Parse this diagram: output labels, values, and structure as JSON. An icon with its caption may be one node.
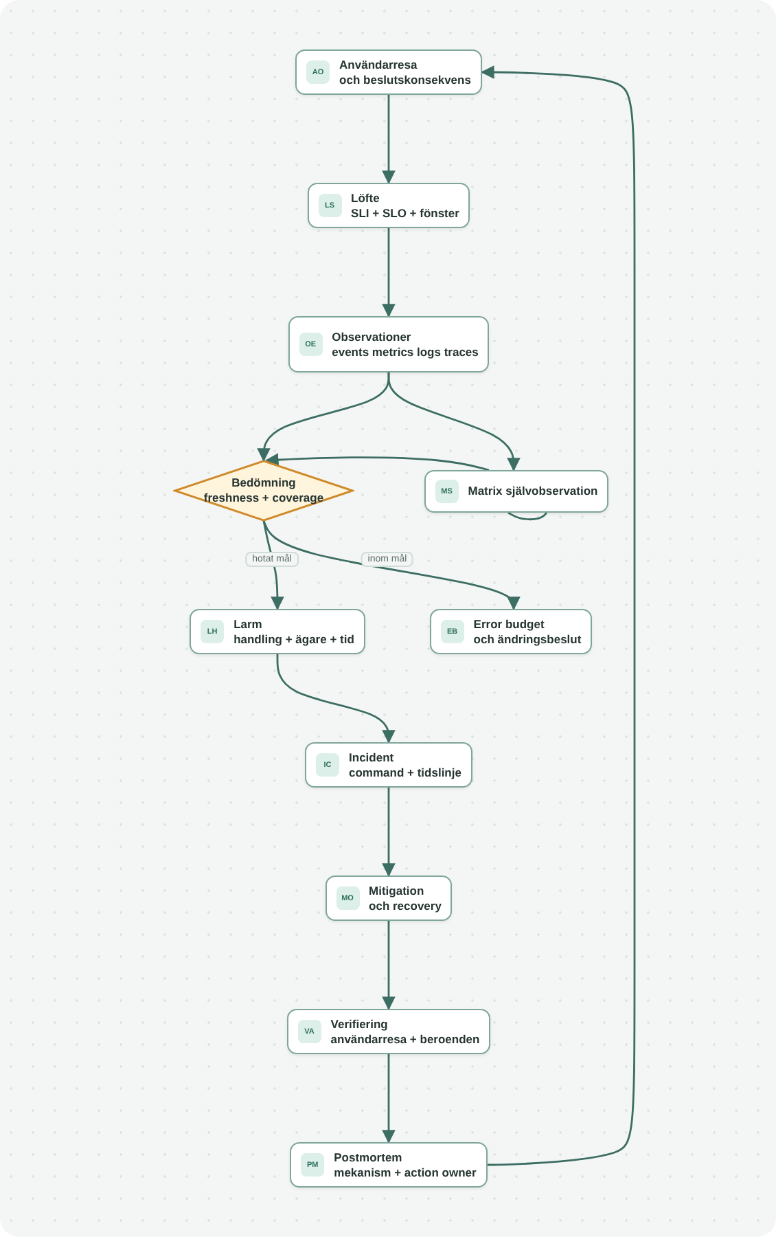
{
  "diagram": {
    "nodes": [
      {
        "text": [
          "AO",
          "Användarresa",
          "och beslutskonsekvens"
        ]
      },
      {
        "text": [
          "LS",
          "Löfte",
          "SLI + SLO + fönster"
        ]
      },
      {
        "text": [
          "OE",
          "Observationer",
          "events metrics logs traces"
        ]
      },
      {
        "text": [
          "Bedömning",
          "freshness + coverage"
        ]
      },
      {
        "text": [
          "MS",
          "Matrix självobservation"
        ]
      },
      {
        "text": [
          "LH",
          "Larm",
          "handling + ägare + tid"
        ]
      },
      {
        "text": [
          "EB",
          "Error budget",
          "och ändringsbeslut"
        ]
      },
      {
        "text": [
          "IC",
          "Incident",
          "command + tidslinje"
        ]
      },
      {
        "text": [
          "MO",
          "Mitigation",
          "och recovery"
        ]
      },
      {
        "text": [
          "VA",
          "Verifiering",
          "användarresa + beroenden"
        ]
      },
      {
        "text": [
          "PM",
          "Postmortem",
          "mekanism + action owner"
        ]
      }
    ],
    "edges": [
      {
        "from": 0,
        "to": 1,
        "arrow": "to"
      },
      {
        "from": 1,
        "to": 2,
        "arrow": "to"
      },
      {
        "from": 2,
        "to": 3,
        "arrow": "to"
      },
      {
        "from": 2,
        "to": 4,
        "arrow": "to"
      },
      {
        "from": 4,
        "to": 3,
        "arrow": "to"
      },
      {
        "from": 4,
        "to": 4,
        "arrow": "none"
      },
      {
        "from": 3,
        "to": 5,
        "label": "hotat mål",
        "arrow": "to"
      },
      {
        "from": 3,
        "to": 6,
        "label": "inom mål",
        "arrow": "to"
      },
      {
        "from": 5,
        "to": 7,
        "arrow": "to"
      },
      {
        "from": 7,
        "to": 8,
        "arrow": "to"
      },
      {
        "from": 8,
        "to": 9,
        "arrow": "to"
      },
      {
        "from": 9,
        "to": 10,
        "arrow": "to"
      },
      {
        "from": 10,
        "to": 0,
        "arrow": "to"
      }
    ]
  }
}
